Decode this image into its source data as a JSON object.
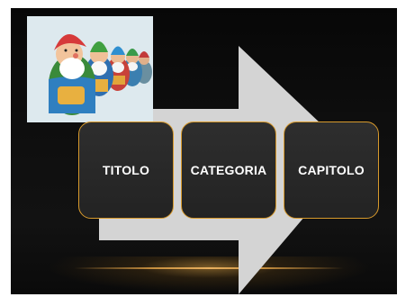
{
  "slide": {
    "boxes": [
      {
        "label": "TITOLO"
      },
      {
        "label": "CATEGORIA"
      },
      {
        "label": "CAPITOLO"
      }
    ]
  },
  "colors": {
    "background": "#0c0c0c",
    "arrow": "#d4d4d4",
    "box_fill": "#2a2a2a",
    "box_border": "#d89a2c",
    "glow": "#c89040"
  },
  "image": {
    "subject": "matryoshka-gnome-dolls"
  }
}
